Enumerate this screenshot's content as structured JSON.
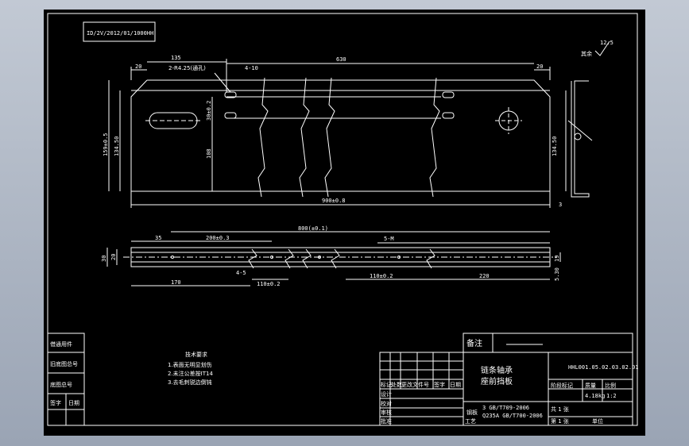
{
  "drawing": {
    "corner_code": "ID/2V/2012/01/1000HH",
    "top_view": {
      "dims": {
        "d135": "135",
        "d20_left": "20",
        "d630": "630",
        "d20_right": "20",
        "d410": "4-10",
        "hole_note": "2-R4.25(通孔)",
        "d30": "30±0.2",
        "d108": "108",
        "d159": "159±0.5",
        "d134_left": "134.50",
        "d134_right": "134.50",
        "d900": "900±0.8",
        "d3": "3"
      },
      "roughness": "12.5",
      "roughness_prefix": "其余"
    },
    "bottom_view": {
      "dims": {
        "d800": "800(±0.1)",
        "d35": "35",
        "d200": "200±0.3",
        "d5m": "5-M",
        "d30l": "30",
        "d20l": "20",
        "d19": "19",
        "d5": "5.30",
        "d45": "4-5",
        "d170": "170",
        "d110a": "110±0.2",
        "d110b": "110±0.2",
        "d220": "220"
      }
    },
    "notes": {
      "title": "技术要求",
      "line1": "1.表面无明显划伤",
      "line2": "2.未注公差按IT14",
      "line3": "3.去毛刺锐边倒钝"
    },
    "left_strip": [
      "借通用件",
      "旧底图总号",
      "底图总号",
      "签字",
      "日期"
    ],
    "title_block": {
      "part_name_line1": "链条轴承",
      "part_name_line2": "座前挡板",
      "drawing_no": "HHL001.05.02.03.02.01",
      "material_label": "钢板",
      "material_line1": "3   GB/T709-2006",
      "material_line2": "Q235A GB/T700-2006",
      "weight": "4.18kg",
      "scale": "1:2",
      "mass_label": "质量",
      "scale_label": "比例",
      "sheet_label": "共  1  张",
      "company_label": "单位",
      "remark": "备注",
      "stage_label": "阶段标记",
      "design": "设计",
      "check": "校对",
      "audit": "审核",
      "process": "工艺",
      "approve": "批准",
      "marks": "标记",
      "count": "处数",
      "file_no": "更改文件号",
      "sign": "签字",
      "date": "日期",
      "page": "第 1 张"
    }
  }
}
